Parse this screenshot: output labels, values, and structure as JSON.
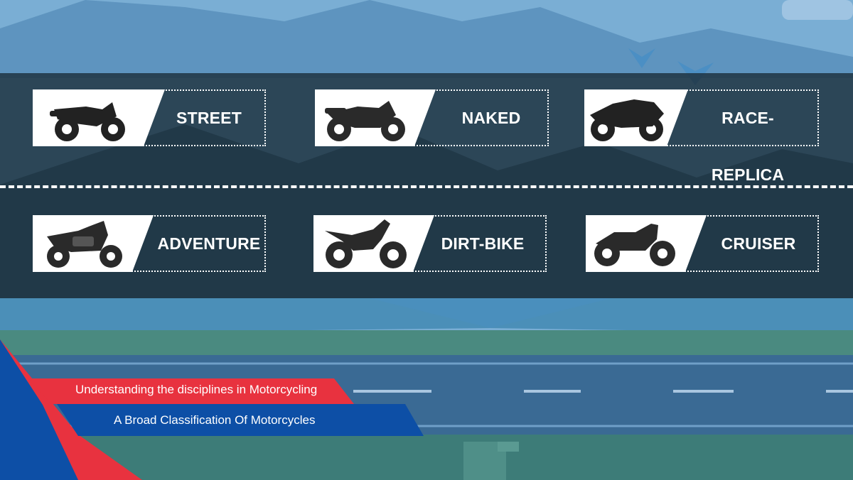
{
  "categories": [
    {
      "label": "STREET",
      "icon": "street-motorcycle-icon"
    },
    {
      "label": "NAKED",
      "icon": "naked-motorcycle-icon"
    },
    {
      "label": "RACE- REPLICA",
      "icon": "race-replica-motorcycle-icon"
    },
    {
      "label": "ADVENTURE",
      "icon": "adventure-motorcycle-icon"
    },
    {
      "label": "DIRT-BIKE",
      "icon": "dirt-bike-motorcycle-icon"
    },
    {
      "label": "CRUISER",
      "icon": "cruiser-motorcycle-icon"
    }
  ],
  "banner": {
    "title": "Understanding the disciplines in Motorcycling",
    "subtitle": "A Broad Classification Of Motorcycles"
  },
  "colors": {
    "sky": "#7aaed4",
    "panel": "#20343f",
    "accent_red": "#e8323f",
    "accent_blue": "#0d4fa6",
    "road": "#3a6a94",
    "grass": "#3d7c78"
  }
}
